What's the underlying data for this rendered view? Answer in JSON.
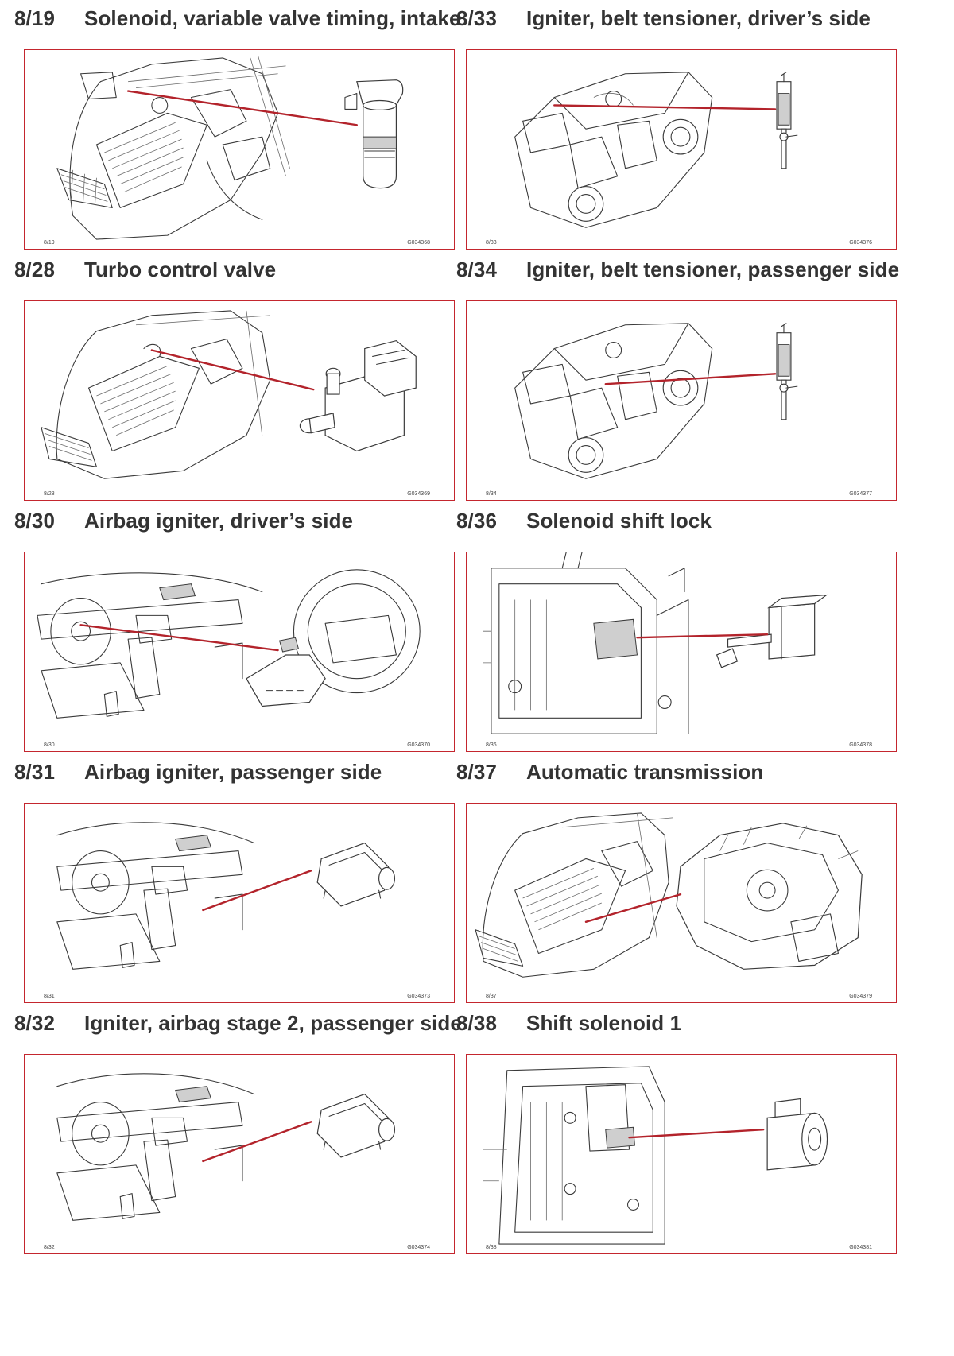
{
  "accent_color": "#c4262e",
  "entries": [
    {
      "num": "8/19",
      "title": "Solenoid, variable valve timing, intake",
      "caption_left": "8/19",
      "caption_right": "G034368",
      "scene": "engine",
      "part": "solenoid-vvt"
    },
    {
      "num": "8/33",
      "title": "Igniter, belt tensioner, driver’s side",
      "caption_left": "8/33",
      "caption_right": "G034376",
      "scene": "car",
      "part": "belt-tensioner"
    },
    {
      "num": "8/28",
      "title": "Turbo control valve",
      "caption_left": "8/28",
      "caption_right": "G034369",
      "scene": "engine",
      "part": "turbo-valve"
    },
    {
      "num": "8/34",
      "title": "Igniter, belt tensioner, passenger side",
      "caption_left": "8/34",
      "caption_right": "G034377",
      "scene": "car",
      "part": "belt-tensioner"
    },
    {
      "num": "8/30",
      "title": "Airbag igniter, driver’s side",
      "caption_left": "8/30",
      "caption_right": "G034370",
      "scene": "dashboard",
      "part": "steering-airbag"
    },
    {
      "num": "8/36",
      "title": "Solenoid shift lock",
      "caption_left": "8/36",
      "caption_right": "G034378",
      "scene": "shifter",
      "part": "shift-lock-solenoid"
    },
    {
      "num": "8/31",
      "title": "Airbag igniter, passenger side",
      "caption_left": "8/31",
      "caption_right": "G034373",
      "scene": "dashboard",
      "part": "airbag-module"
    },
    {
      "num": "8/37",
      "title": "Automatic transmission",
      "caption_left": "8/37",
      "caption_right": "G034379",
      "scene": "engine",
      "part": "transmission"
    },
    {
      "num": "8/32",
      "title": "Igniter, airbag stage 2, passenger side",
      "caption_left": "8/32",
      "caption_right": "G034374",
      "scene": "dashboard",
      "part": "airbag-module"
    },
    {
      "num": "8/38",
      "title": "Shift solenoid 1",
      "caption_left": "8/38",
      "caption_right": "G034381",
      "scene": "valvebody",
      "part": "shift-solenoid"
    }
  ]
}
